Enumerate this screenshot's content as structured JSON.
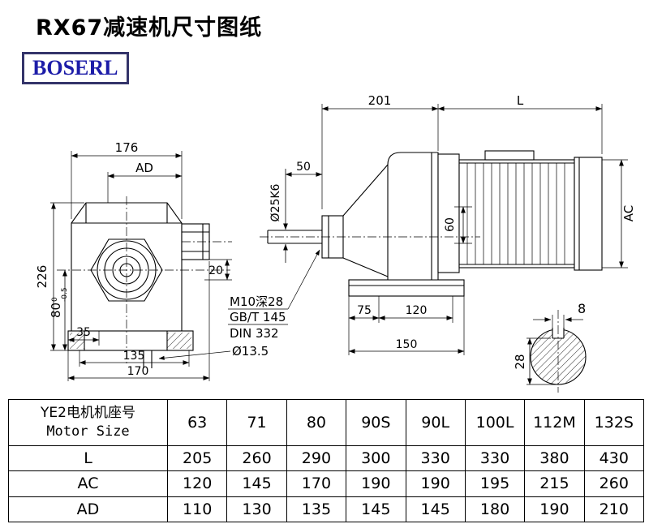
{
  "page": {
    "title": "RX67减速机尺寸图纸",
    "brand": "BOSERL"
  },
  "front_view": {
    "dim_width_top": "176",
    "dim_ad": "AD",
    "dim_height": "226",
    "dim_80": "80",
    "dim_80_tol_top": "0",
    "dim_80_tol_bottom": "-0.5",
    "dim_35": "35",
    "dim_135": "135",
    "dim_170": "170",
    "dim_20": "20",
    "dim_hole": "Ø13.5"
  },
  "side_view": {
    "dim_201": "201",
    "dim_l": "L",
    "dim_50": "50",
    "dim_shaft": "Ø25K6",
    "dim_60": "60",
    "callout_line1": "M10深28",
    "callout_line2": "GB/T 145",
    "callout_line3": "DIN 332",
    "dim_75": "75",
    "dim_120": "120",
    "dim_150": "150",
    "dim_ac": "AC"
  },
  "section_view": {
    "dim_8": "8",
    "dim_28": "28"
  },
  "table": {
    "header": {
      "motor_label_cn": "YE2电机机座号",
      "motor_label_en": "Motor Size",
      "sizes": [
        "63",
        "71",
        "80",
        "90S",
        "90L",
        "100L",
        "112M",
        "132S"
      ]
    },
    "rows": [
      {
        "label": "L",
        "values": [
          "205",
          "260",
          "290",
          "300",
          "330",
          "330",
          "380",
          "430"
        ]
      },
      {
        "label": "AC",
        "values": [
          "120",
          "145",
          "170",
          "190",
          "190",
          "195",
          "215",
          "260"
        ]
      },
      {
        "label": "AD",
        "values": [
          "110",
          "130",
          "135",
          "145",
          "145",
          "180",
          "190",
          "210"
        ]
      }
    ]
  }
}
